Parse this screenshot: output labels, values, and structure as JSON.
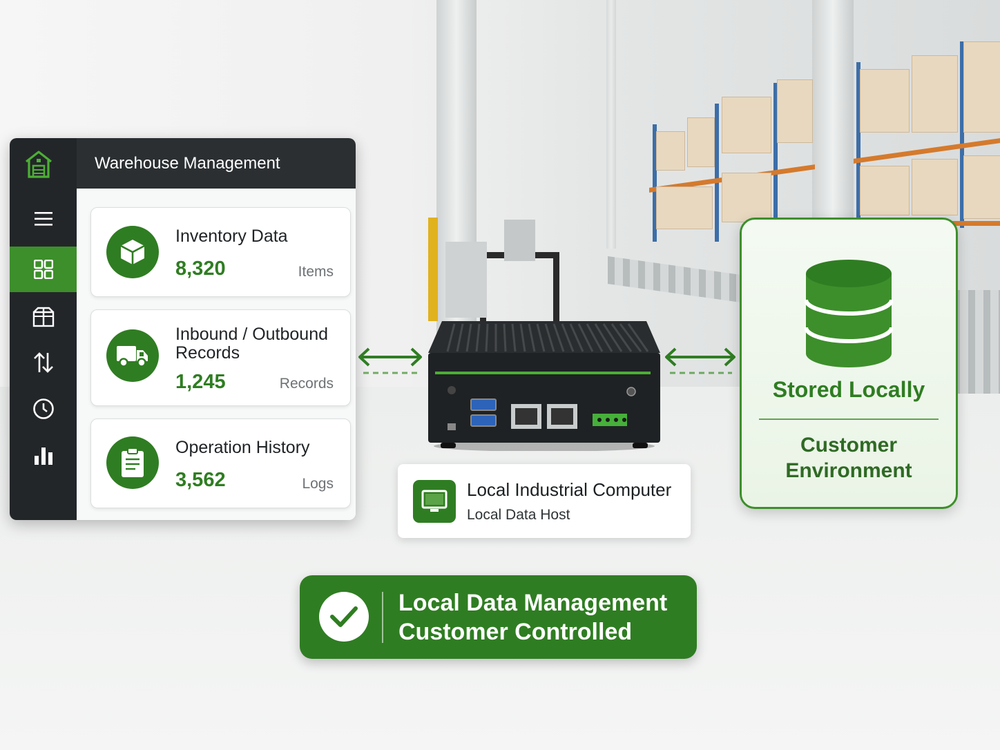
{
  "window": {
    "title": "Warehouse Management",
    "nav": [
      "menu-icon",
      "dashboard-icon",
      "package-icon",
      "transfer-icon",
      "clock-icon",
      "bar-chart-icon"
    ],
    "active_nav": "dashboard-icon"
  },
  "cards": [
    {
      "title": "Inventory Data",
      "value": "8,320",
      "unit": "Items",
      "icon": "cube-icon"
    },
    {
      "title_line1": "Inbound / Outbound",
      "title_line2": "Records",
      "value": "1,245",
      "unit": "Records",
      "icon": "truck-icon"
    },
    {
      "title": "Operation History",
      "value": "3,562",
      "unit": "Logs",
      "icon": "clipboard-icon"
    }
  ],
  "device_label": {
    "title": "Local Industrial Computer",
    "subtitle": "Local Data Host",
    "icon": "monitor-icon"
  },
  "storage": {
    "title": "Stored Locally",
    "subtitle_line1": "Customer",
    "subtitle_line2": "Environment",
    "icon": "database-icon"
  },
  "banner": {
    "line1": "Local Data Management",
    "line2": "Customer Controlled",
    "icon": "check-icon"
  },
  "colors": {
    "brand_green": "#2f7d22",
    "dark_sidebar": "#232629"
  }
}
